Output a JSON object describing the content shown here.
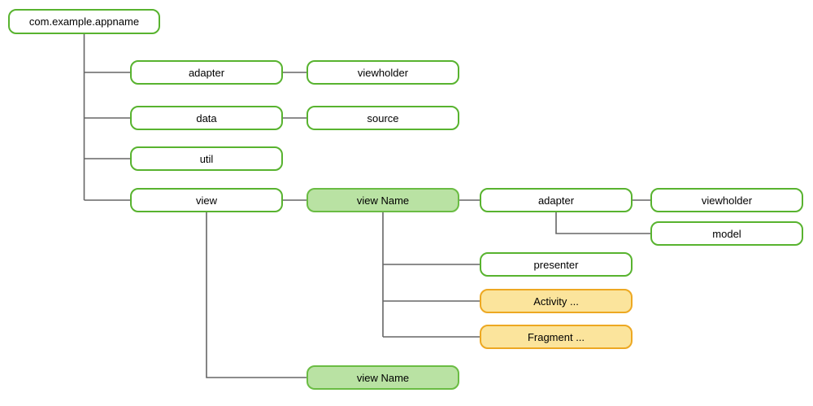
{
  "diagram": {
    "type": "package-structure-tree",
    "palette": {
      "node_fill": "#ffffff",
      "green_stroke": "#58b32f",
      "highlight_green_fill": "#b9e2a3",
      "highlight_green_stroke": "#6abc43",
      "highlight_yellow_fill": "#fbe49c",
      "highlight_yellow_stroke": "#eda822",
      "connector": "#666666",
      "text": "#000000"
    },
    "nodes": [
      {
        "id": "root",
        "label": "com.example.appname",
        "style": "white"
      },
      {
        "id": "adapter-1",
        "label": "adapter",
        "style": "white"
      },
      {
        "id": "viewholder-1",
        "label": "viewholder",
        "style": "white"
      },
      {
        "id": "data",
        "label": "data",
        "style": "white"
      },
      {
        "id": "source",
        "label": "source",
        "style": "white"
      },
      {
        "id": "util",
        "label": "util",
        "style": "white"
      },
      {
        "id": "view",
        "label": "view",
        "style": "white"
      },
      {
        "id": "view-name-1",
        "label": "view Name",
        "style": "green"
      },
      {
        "id": "adapter-2",
        "label": "adapter",
        "style": "white"
      },
      {
        "id": "viewholder-2",
        "label": "viewholder",
        "style": "white"
      },
      {
        "id": "model",
        "label": "model",
        "style": "white"
      },
      {
        "id": "presenter",
        "label": "presenter",
        "style": "white"
      },
      {
        "id": "activity",
        "label": "Activity ...",
        "style": "yellow"
      },
      {
        "id": "fragment",
        "label": "Fragment ...",
        "style": "yellow"
      }
    ],
    "extra_nodes": [
      {
        "id": "view-name-2",
        "label": "view Name",
        "style": "green"
      }
    ],
    "edges": [
      {
        "from": "root",
        "to": "adapter-1"
      },
      {
        "from": "root",
        "to": "data"
      },
      {
        "from": "root",
        "to": "util"
      },
      {
        "from": "root",
        "to": "view"
      },
      {
        "from": "adapter-1",
        "to": "viewholder-1"
      },
      {
        "from": "data",
        "to": "source"
      },
      {
        "from": "view",
        "to": "view-name-1"
      },
      {
        "from": "view",
        "to": "view-name-2"
      },
      {
        "from": "view-name-1",
        "to": "adapter-2"
      },
      {
        "from": "view-name-1",
        "to": "presenter"
      },
      {
        "from": "view-name-1",
        "to": "activity"
      },
      {
        "from": "view-name-1",
        "to": "fragment"
      },
      {
        "from": "adapter-2",
        "to": "viewholder-2"
      },
      {
        "from": "adapter-2",
        "to": "model"
      }
    ]
  }
}
